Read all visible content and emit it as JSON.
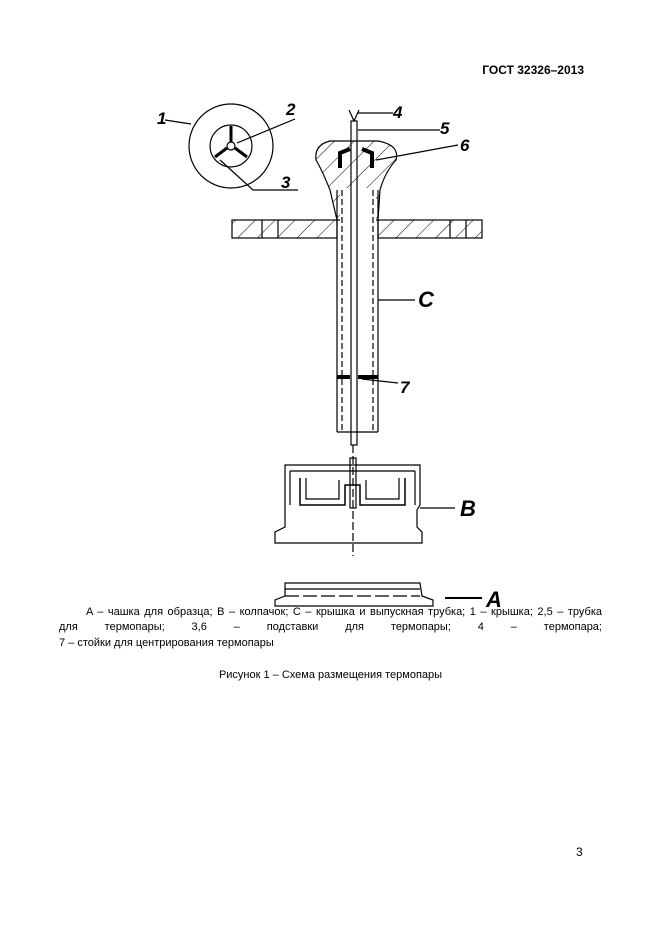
{
  "header": {
    "standard": "ГОСТ 32326–2013"
  },
  "figure": {
    "labels": {
      "l1": "1",
      "l2": "2",
      "l3": "3",
      "l4": "4",
      "l5": "5",
      "l6": "6",
      "l7": "7",
      "C": "C",
      "B": "B",
      "A": "A"
    },
    "legend": {
      "line1": "A – чашка для образца; B – колпачок; C – крышка и выпускная трубка; 1 – крышка; 2,5 – трубка",
      "line2": "для термопары; 3,6 – подставки для термопары; 4 – термопара;",
      "line3": "7 – стойки для центрирования термопары"
    },
    "caption": "Рисунок 1 – Схема размещения термопары"
  },
  "footer": {
    "page_number": "3"
  }
}
